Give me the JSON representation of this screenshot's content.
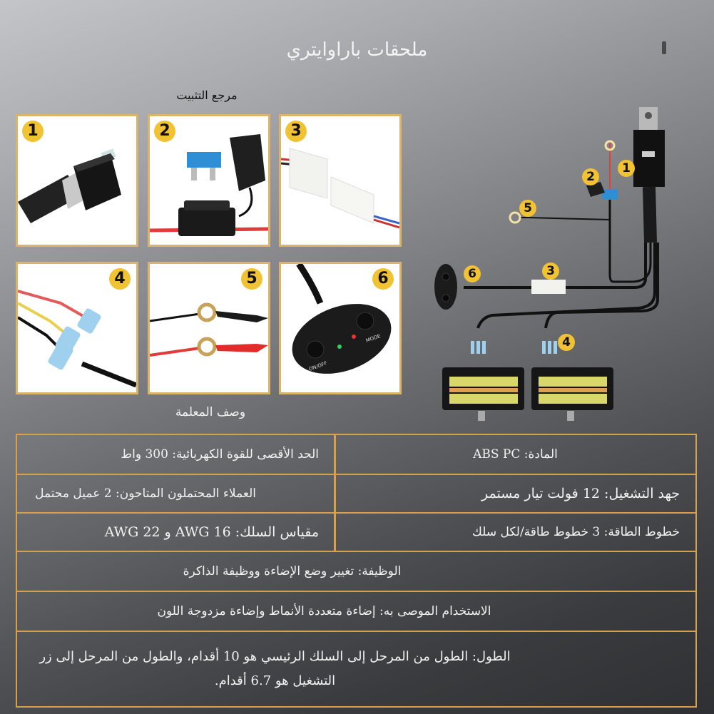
{
  "header": {
    "title": "ملحقات باراوايتري",
    "installation_reference": "مرجع التثبيت",
    "parameter_description": "وصف المعلمة"
  },
  "reference_tiles": [
    {
      "number": "1",
      "part": "relay"
    },
    {
      "number": "2",
      "part": "fuse-holder"
    },
    {
      "number": "3",
      "part": "connector-plug"
    },
    {
      "number": "4",
      "part": "quick-disconnect-terminals"
    },
    {
      "number": "5",
      "part": "ring-terminals"
    },
    {
      "number": "6",
      "part": "switch-pad"
    }
  ],
  "switch_pad": {
    "on_off_label": "ON/OFF",
    "mode_label": "MODE"
  },
  "diagram": {
    "callouts": [
      "1",
      "2",
      "3",
      "4",
      "5",
      "6"
    ]
  },
  "specs": {
    "max_power": "الحد الأقصى للقوة الكهربائية: 300 واط",
    "material": "المادة: ABS PC",
    "potential_customers": "العملاء المحتملون المتاحون: 2 عميل محتمل",
    "operating_voltage": "جهد التشغيل: 12 فولت تيار مستمر",
    "wire_gauge": "مقياس السلك: 16 AWG و 22 AWG",
    "power_lines": "خطوط الطاقة: 3 خطوط طاقة/لكل سلك",
    "function": "الوظيفة: تغيير وضع الإضاءة ووظيفة الذاكرة",
    "recommended_use": "الاستخدام الموصى به: إضاءة متعددة الأنماط وإضاءة مزدوجة اللون",
    "length": "الطول: الطول من المرحل إلى السلك الرئيسي هو 10 أقدام، والطول من المرحل إلى زر التشغيل هو 6.7 أقدام."
  },
  "colors": {
    "table_border": "#d8a048",
    "badge": "#f1c232",
    "tile_border": "#d9b46a"
  }
}
